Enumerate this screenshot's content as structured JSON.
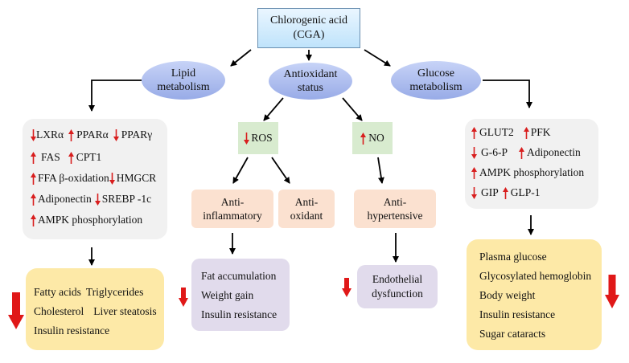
{
  "top": {
    "line1": "Chlorogenic acid",
    "line2": "(CGA)"
  },
  "pathways": {
    "lipid": {
      "line1": "Lipid",
      "line2": "metabolism"
    },
    "antioxidant": {
      "line1": "Antioxidant",
      "line2": "status"
    },
    "glucose": {
      "line1": "Glucose",
      "line2": "metabolism"
    }
  },
  "lipid_effects": {
    "r1": [
      "LXRα",
      "PPARα",
      "PPARγ"
    ],
    "r2": [
      "FAS",
      "CPT1"
    ],
    "r3": [
      "FFA β-oxidation",
      "HMGCR"
    ],
    "r4": [
      "Adiponectin",
      "SREBP -1c"
    ],
    "r5": [
      "AMPK phosphorylation"
    ]
  },
  "lipid_outcomes": {
    "r1a": "Fatty acids",
    "r1b": "Triglycerides",
    "r2a": "Cholesterol",
    "r2b": "Liver steatosis",
    "r3": "Insulin resistance"
  },
  "ros": "ROS",
  "no": "NO",
  "anti_inflammatory": {
    "line1": "Anti-",
    "line2": "inflammatory"
  },
  "anti_oxidant": {
    "line1": "Anti-",
    "line2": "oxidant"
  },
  "anti_hypertensive": {
    "line1": "Anti-",
    "line2": "hypertensive"
  },
  "inflam_outcomes": [
    "Fat accumulation",
    "Weight gain",
    "Insulin resistance"
  ],
  "endothelial": {
    "line1": "Endothelial",
    "line2": "dysfunction"
  },
  "glucose_effects": {
    "r1": [
      "GLUT2",
      "PFK"
    ],
    "r2": [
      "G-6-P",
      "Adiponectin"
    ],
    "r3": [
      "AMPK phosphorylation"
    ],
    "r4": [
      "GIP",
      "GLP-1"
    ]
  },
  "glucose_outcomes": [
    "Plasma glucose",
    "Glycosylated hemoglobin",
    "Body weight",
    "Insulin resistance",
    "Sugar cataracts"
  ],
  "colors": {
    "up_arrow": "#d81e1e",
    "down_arrow": "#d81e1e",
    "big_arrow": "#e01818",
    "connector": "#000000"
  }
}
